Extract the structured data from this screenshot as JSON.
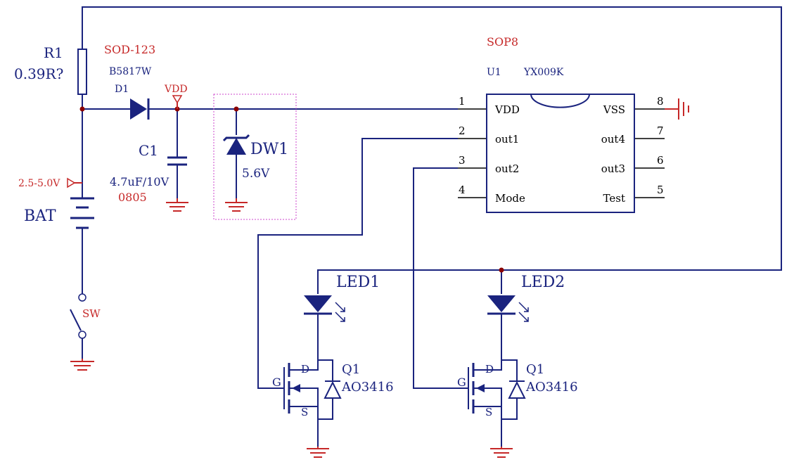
{
  "title": "",
  "ic": {
    "package": "SOP8",
    "ref": "U1",
    "part": "YX009K",
    "pins_left": [
      {
        "num": "1",
        "name": "VDD"
      },
      {
        "num": "2",
        "name": "out1"
      },
      {
        "num": "3",
        "name": "out2"
      },
      {
        "num": "4",
        "name": "Mode"
      }
    ],
    "pins_right": [
      {
        "num": "8",
        "name": "VSS"
      },
      {
        "num": "7",
        "name": "out4"
      },
      {
        "num": "6",
        "name": "out3"
      },
      {
        "num": "5",
        "name": "Test"
      }
    ]
  },
  "resistor": {
    "ref": "R1",
    "value": "0.39R?"
  },
  "diode": {
    "package": "SOD-123",
    "part": "B5817W",
    "ref": "D1"
  },
  "net_vdd": "VDD",
  "capacitor": {
    "ref": "C1",
    "value": "4.7uF/10V",
    "package": "0805"
  },
  "zener": {
    "ref": "DW1",
    "value": "5.6V"
  },
  "battery": {
    "ref": "BAT",
    "voltage": "2.5-5.0V"
  },
  "switch": {
    "ref": "SW"
  },
  "leds": [
    {
      "ref": "LED1"
    },
    {
      "ref": "LED2"
    }
  ],
  "mosfets": [
    {
      "ref": "Q1",
      "part": "AO3416",
      "gate": "G",
      "drain": "D",
      "source": "S"
    },
    {
      "ref": "Q1",
      "part": "AO3416",
      "gate": "G",
      "drain": "D",
      "source": "S"
    }
  ],
  "colors": {
    "wire": "#1a237e",
    "label_red": "#c62828",
    "junction": "#8b0000",
    "page": "#ffffff"
  }
}
